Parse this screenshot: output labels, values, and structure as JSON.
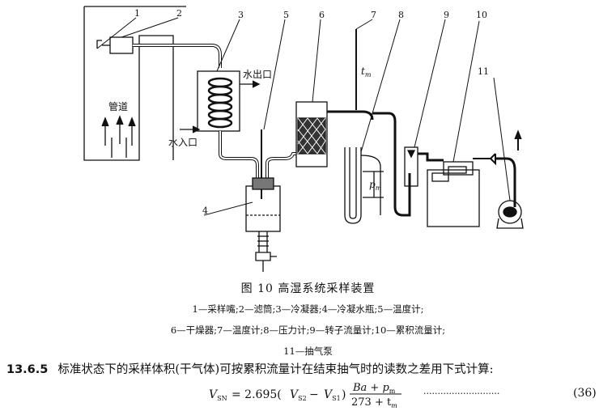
{
  "figure": {
    "part_numbers": [
      "1",
      "2",
      "3",
      "4",
      "5",
      "6",
      "7",
      "8",
      "9",
      "10",
      "11"
    ],
    "labels": {
      "pipe": "管道",
      "water_out": "水出口",
      "water_in": "水入口",
      "tm": "t",
      "tm_sub": "m",
      "pm": "p",
      "pm_sub": "m"
    },
    "caption": "图 10   高湿系统采样装置",
    "legend_lines": [
      "1—采样嘴;2—滤筒;3—冷凝器;4—冷凝水瓶;5—温度计;",
      "6—干燥器;7—温度计;8—压力计;9—转子流量计;10—累积流量计;",
      "11—抽气泵"
    ]
  },
  "section": {
    "number": "13.6.5",
    "text": "标准状态下的采样体积(干气体)可按累积流量计在结束抽气时的读数之差用下式计算:"
  },
  "formula": {
    "lhs": "V",
    "lhs_sub": "SN",
    "coef": "= 2.695(",
    "v2": "V",
    "v2_sub": "S2",
    "minus": " − ",
    "v1": "V",
    "v1_sub": "S1",
    "close": ")",
    "num_a": "Ba + p",
    "num_sub": "m",
    "den_a": "273 + t",
    "den_sub": "m",
    "dots": "···························",
    "eq_number": "(36)"
  }
}
